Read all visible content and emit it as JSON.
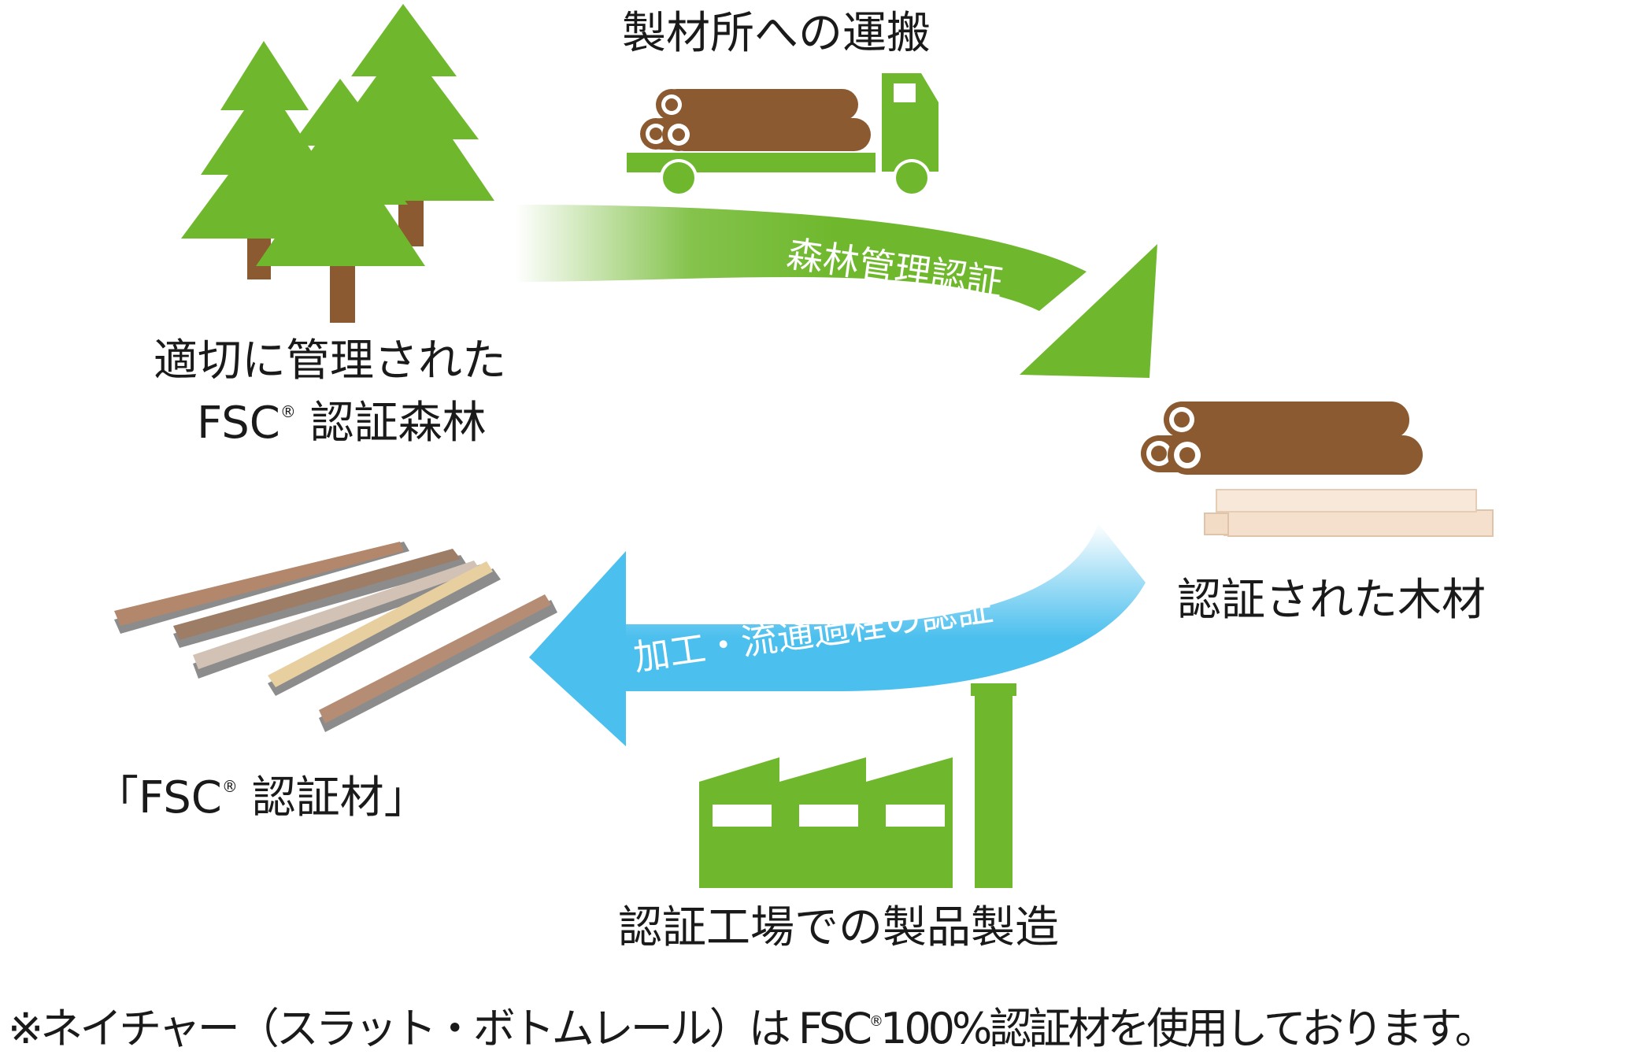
{
  "colors": {
    "green": "#6fb82d",
    "blue": "#4bbfee",
    "log_brown": "#8b5a31",
    "trunk_brown": "#8b5a31",
    "lumber_beige": "#f2dcc6",
    "text": "#1a1a1a"
  },
  "labels": {
    "transport": "製材所への運搬",
    "forest_line1": "適切に管理された",
    "forest_line2_prefix": "FSC",
    "forest_line2_reg": "®",
    "forest_line2_suffix": " 認証森林",
    "certified_wood": "認証された木材",
    "product_prefix": "「FSC",
    "product_reg": "®",
    "product_suffix": " 認証材」",
    "factory": "認証工場での製品製造"
  },
  "arrows": {
    "forest_management": "森林管理認証",
    "coc": "加工・流通過程の認証"
  },
  "footnote": {
    "prefix": "※ネイチャー（スラット・ボトムレール）は FSC",
    "reg": "®",
    "suffix": "100%認証材を使用しております。"
  },
  "icons": [
    "trees-icon",
    "log-truck-icon",
    "logs-lumber-icon",
    "factory-icon",
    "flooring-boards-icon"
  ]
}
